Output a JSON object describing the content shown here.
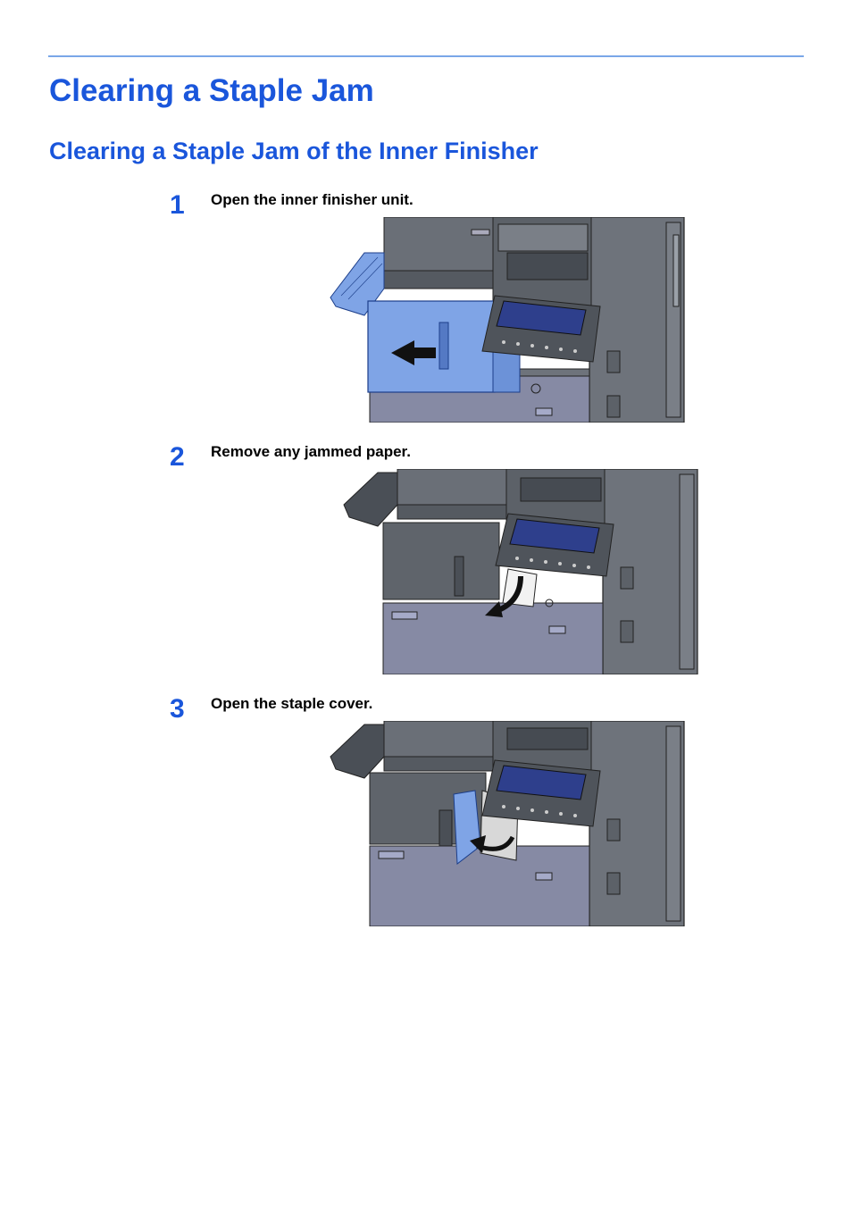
{
  "page": {
    "title": "Clearing a Staple Jam",
    "section_title": "Clearing a Staple Jam of the Inner Finisher"
  },
  "steps": [
    {
      "number": "1",
      "text": "Open the inner finisher unit.",
      "illustration": "printer-open-inner-finisher",
      "action_arrow": "pull-left-arrow"
    },
    {
      "number": "2",
      "text": "Remove any jammed paper.",
      "illustration": "printer-remove-jammed-paper",
      "action_arrow": "pull-down-arrow"
    },
    {
      "number": "3",
      "text": "Open the staple cover.",
      "illustration": "printer-open-staple-cover",
      "action_arrow": "rotate-open-arrow"
    }
  ],
  "colors": {
    "heading": "#1a56db",
    "rule": "#7aa7e8",
    "highlight_part": "#7fa4e6",
    "machine_body": "#6e737b",
    "machine_dark": "#4f545b",
    "panel_screen": "#2e3f8c"
  }
}
